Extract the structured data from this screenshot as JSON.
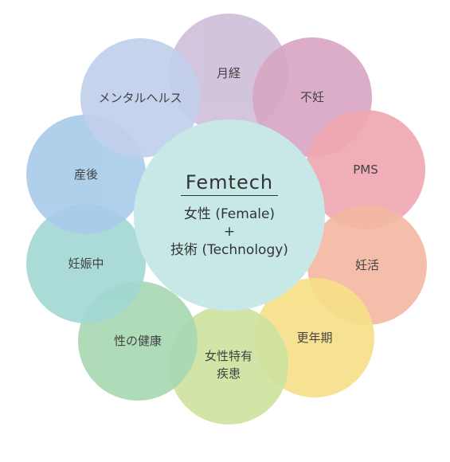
{
  "center": {
    "title": "Femtech",
    "line1": "女性 (Female)",
    "plus": "+",
    "line2": "技術 (Technology)",
    "color": "#c7e8e6"
  },
  "petals": [
    {
      "id": "gekkei",
      "label": "月経",
      "color": "#cfc0db"
    },
    {
      "id": "funin",
      "label": "不妊",
      "color": "#d8a7c4"
    },
    {
      "id": "pms",
      "label": "PMS",
      "color": "#efa8b3"
    },
    {
      "id": "ninkatsu",
      "label": "妊活",
      "color": "#f4b9a3"
    },
    {
      "id": "konenki",
      "label": "更年期",
      "color": "#f6e089"
    },
    {
      "id": "josei-shikkan",
      "label": "女性特有\n疾患",
      "color": "#cee3a0"
    },
    {
      "id": "sei-kenko",
      "label": "性の健康",
      "color": "#a8d8b2"
    },
    {
      "id": "ninshinchu",
      "label": "妊娠中",
      "color": "#a3d8d4"
    },
    {
      "id": "sango",
      "label": "産後",
      "color": "#a9cce9"
    },
    {
      "id": "mental",
      "label": "メンタルヘルス",
      "color": "#c2d0ec"
    }
  ]
}
